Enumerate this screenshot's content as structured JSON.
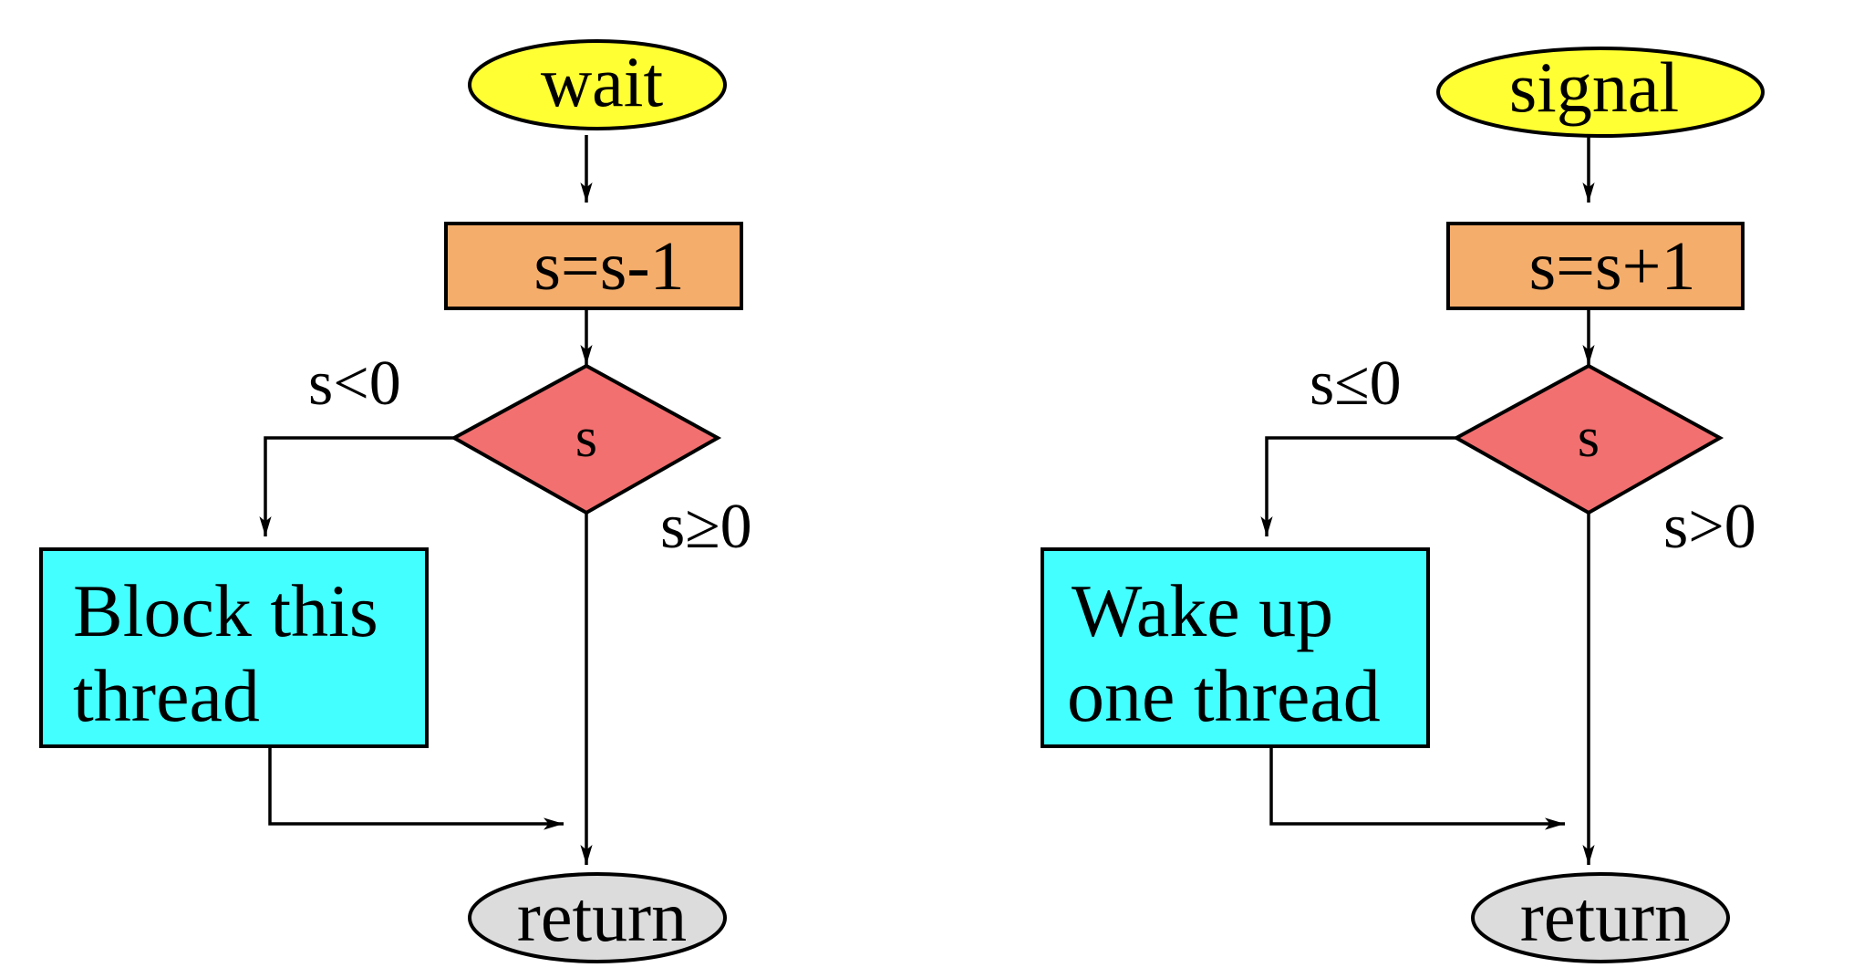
{
  "colors": {
    "terminal_start": "#ffff33",
    "terminal_end": "#dcdcdc",
    "process": "#f5ad6b",
    "decision": "#f27070",
    "action": "#44ffff",
    "line": "#000000"
  },
  "wait_flow": {
    "start": "wait",
    "process": "s=s-1",
    "decision": "s",
    "branch_left": "s<0",
    "branch_right": "s≥0",
    "action_line1": "Block this",
    "action_line2": "thread",
    "end": "return"
  },
  "signal_flow": {
    "start": "signal",
    "process": "s=s+1",
    "decision": "s",
    "branch_left": "s≤0",
    "branch_right": "s>0",
    "action_line1": "Wake up",
    "action_line2": "one thread",
    "end": "return"
  }
}
